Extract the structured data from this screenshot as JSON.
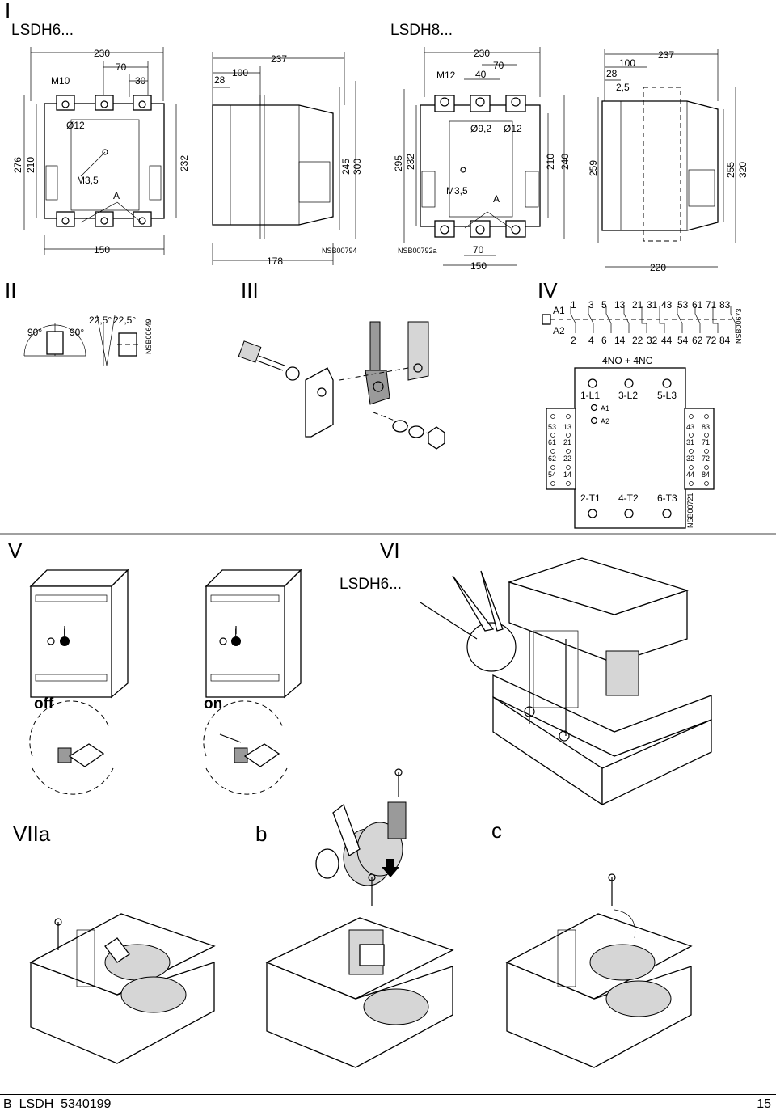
{
  "sections": {
    "I": "I",
    "II": "II",
    "III": "III",
    "IV": "IV",
    "V": "V",
    "VI": "VI",
    "VIIa": "VIIa",
    "b": "b",
    "c": "c"
  },
  "models": {
    "lsdh6": "LSDH6...",
    "lsdh8": "LSDH8...",
    "lsdh6_vi": "LSDH6..."
  },
  "drawing_refs": {
    "r1": "NSB00794",
    "r2": "NSB00792a",
    "r3": "NSB00649",
    "r4": "NSB00673",
    "r5": "NSB00721"
  },
  "dims_lsdh6": {
    "w230": "230",
    "w70": "70",
    "w30": "30",
    "m10": "M10",
    "d12": "Ø12",
    "m35": "M3,5",
    "a": "A",
    "h276": "276",
    "h210": "210",
    "h232": "232",
    "w150": "150",
    "s237": "237",
    "s100": "100",
    "s28": "28",
    "s245": "245",
    "s300": "300",
    "s178": "178"
  },
  "dims_lsdh8": {
    "w230": "230",
    "w70": "70",
    "w40": "40",
    "m12": "M12",
    "d92": "Ø9,2",
    "d12": "Ø12",
    "m35": "M3,5",
    "a": "A",
    "h295": "295",
    "h232": "232",
    "h210": "210",
    "h240": "240",
    "b70": "70",
    "b150": "150",
    "s237": "237",
    "s100": "100",
    "s28": "28",
    "s25": "2,5",
    "h259": "259",
    "h255": "255",
    "h320": "320",
    "s220": "220"
  },
  "mounting": {
    "a90l": "90°",
    "a90r": "90°",
    "a225a": "22,5°",
    "a225b": "22,5°"
  },
  "wiring": {
    "top_terminals": [
      "1",
      "3",
      "5",
      "13",
      "21",
      "31",
      "43",
      "53",
      "61",
      "71",
      "83"
    ],
    "bottom_terminals": [
      "2",
      "4",
      "6",
      "14",
      "22",
      "32",
      "44",
      "54",
      "62",
      "72",
      "84"
    ],
    "coil_a1": "A1",
    "coil_a2": "A2",
    "config": "4NO + 4NC",
    "l1": "1-L1",
    "l2": "3-L2",
    "l3": "5-L3",
    "t1": "2-T1",
    "t2": "4-T2",
    "t3": "6-T3",
    "box_a1": "A1",
    "box_a2": "A2",
    "left_aux": [
      "53",
      "13",
      "61",
      "21",
      "62",
      "22",
      "54",
      "14"
    ],
    "right_aux": [
      "43",
      "83",
      "31",
      "71",
      "32",
      "72",
      "44",
      "84"
    ]
  },
  "switch": {
    "off": "off",
    "on": "on",
    "mark_off": "I",
    "mark_on": "I"
  },
  "footer": {
    "doc_ref": "B_LSDH_5340199",
    "page": "15"
  }
}
